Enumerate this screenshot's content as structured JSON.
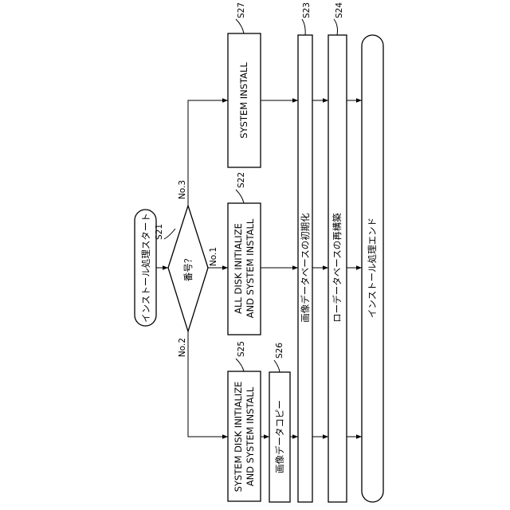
{
  "terminals": {
    "start": "インストール処理スタート",
    "end": "インストール処理エンド"
  },
  "decision": {
    "label": "番号？",
    "step": "S21",
    "branch_no1": "No.1",
    "branch_no2": "No.2",
    "branch_no3": "No.3"
  },
  "steps": {
    "s22": {
      "id": "S22",
      "line1": "ALL DISK INITIALIZE",
      "line2": "AND SYSTEM INSTALL"
    },
    "s25": {
      "id": "S25",
      "line1": "SYSTEM DISK INITIALIZE",
      "line2": "AND SYSTEM INSTALL"
    },
    "s26": {
      "id": "S26",
      "text": "画像データコピー"
    },
    "s27": {
      "id": "S27",
      "text": "SYSTEM INSTALL"
    },
    "s23": {
      "id": "S23",
      "text": "画像データベースの初期化"
    },
    "s24": {
      "id": "S24",
      "text": "ローデータベースの再構築"
    }
  }
}
